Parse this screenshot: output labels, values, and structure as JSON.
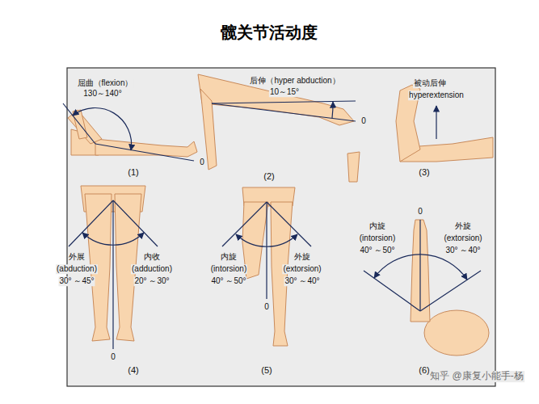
{
  "diagram": {
    "title": "髋关节活动度",
    "labels": [
      "屈曲（flexion）",
      "130～140°",
      "0",
      "(1)",
      "后伸（hyper abduction）",
      "10～15°",
      "0",
      "(2)",
      "被动后伸",
      "hyperextension",
      "(3)",
      "外展",
      "(abduction)",
      "30° ～45°",
      "内收",
      "(adduction)",
      "20° ～30°",
      "0",
      "(4)",
      "内旋",
      "(intorsion)",
      "40° ～50°",
      "外旋",
      "(extorsion)",
      "30° ～40°",
      "0",
      "(5)",
      "0",
      "内旋",
      "(intorsion)",
      "40° ～50°",
      "外旋",
      "(extorsion)",
      "30° ～40°",
      "(6)",
      "知乎 @康复小能手-杨"
    ]
  }
}
